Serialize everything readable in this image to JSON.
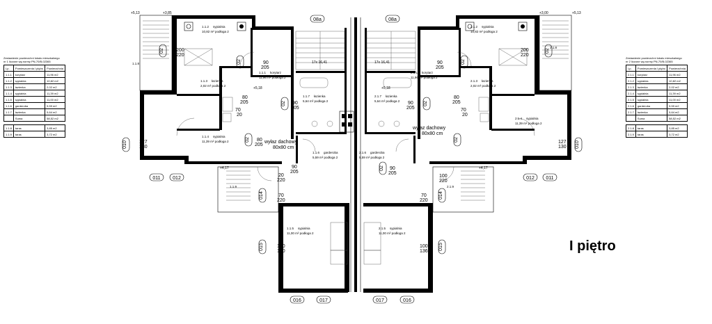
{
  "floor_title": "I piętro",
  "legend_left": {
    "caption_line1": "Zestawienie powierzchni lokalu mieszkalnego",
    "caption_line2": "nr 1 liczone wg normy PN-70/B-02365",
    "col_no": "Lp.",
    "col_name": "Pomieszczenia I piętro",
    "col_area": "Powierzchnia",
    "rows": [
      {
        "no": "1.1.1",
        "name": "korytarz",
        "area": "11,96 m2"
      },
      {
        "no": "1.1.2",
        "name": "sypialnia",
        "area": "10,82 m2"
      },
      {
        "no": "1.1.3",
        "name": "łazienka",
        "area": "2,02 m2"
      },
      {
        "no": "1.1.4",
        "name": "sypialnia",
        "area": "11,39 m2"
      },
      {
        "no": "1.1.5",
        "name": "sypialnia",
        "area": "11,00 m2"
      },
      {
        "no": "1.1.6",
        "name": "garderoba",
        "area": "5,59 m2"
      },
      {
        "no": "1.1.7",
        "name": "łazienka",
        "area": "5,64 m2"
      },
      {
        "no": "",
        "name": "Suma",
        "area": "58,52 m2"
      }
    ],
    "extra_rows": [
      {
        "no": "1.1.8",
        "name": "taras",
        "area": "3,85 m2"
      },
      {
        "no": "1.1.9",
        "name": "taras",
        "area": "3,72 m2"
      }
    ]
  },
  "legend_right": {
    "caption_line1": "Zestawienie powierzchni lokalu mieszkalnego",
    "caption_line2": "nr 2 liczone wg normy PN-70/B-02365",
    "col_no": "Lp.",
    "col_name": "Pomieszczenia I piętro",
    "col_area": "Powierzchnia",
    "rows": [
      {
        "no": "2.1.1",
        "name": "korytarz",
        "area": "11,96 m2"
      },
      {
        "no": "2.1.2",
        "name": "sypialnia",
        "area": "10,82 m2"
      },
      {
        "no": "2.1.3",
        "name": "łazienka",
        "area": "2,02 m2"
      },
      {
        "no": "2.1.4",
        "name": "sypialnia",
        "area": "11,39 m2"
      },
      {
        "no": "2.1.5",
        "name": "sypialnia",
        "area": "11,00 m2"
      },
      {
        "no": "2.1.6",
        "name": "garderoba",
        "area": "5,59 m2"
      },
      {
        "no": "2.1.7",
        "name": "łazienka",
        "area": "5,64 m2"
      },
      {
        "no": "",
        "name": "Suma",
        "area": "58,52 m2"
      }
    ],
    "extra_rows": [
      {
        "no": "2.1.8",
        "name": "taras",
        "area": "3,85 m2"
      },
      {
        "no": "2.1.9",
        "name": "taras",
        "area": "3,72 m2"
      }
    ]
  },
  "window_tags": {
    "w08a": "08a",
    "w010": "010",
    "w011": "011",
    "w012": "012",
    "w014": "014",
    "w015": "015",
    "w016": "016",
    "w017": "017",
    "w02": "02"
  },
  "door_sizes": {
    "d90": "90",
    "d205": "205",
    "d80": "80",
    "d70": "70",
    "d20": "20",
    "d220": "220",
    "d100": "100",
    "d127": "127",
    "d130": "130",
    "d200": "200",
    "d120": "120",
    "d136": "136"
  },
  "levels": {
    "l513": "+5,13",
    "l385": "+3,85",
    "l300": "+3,00",
    "l518": "+5,18",
    "l417": "+4,17"
  },
  "hatch_notes": {
    "line1": "wyłaz dachowy",
    "line2": "80x80 cm"
  },
  "rooms_left": {
    "r112": "sypialnia",
    "r112_area": "10,82 m²  podłoga  2",
    "r111": "korytarz",
    "r111_area": "11,96 m²  podłoga  2",
    "r113": "łazienka",
    "r113_area": "2,02  m²  podłoga  2",
    "r117": "łazienka",
    "r117_area": "5,64 m²  podłoga  2",
    "r114": "sypialnia",
    "r114_area": "11,39 m²  podłoga  2",
    "r116": "garderoba",
    "r116_area": "5,59 m²  podłoga  2",
    "r115": "sypialnia",
    "r115_area": "11,00 m²  podłoga  2"
  },
  "rooms_right": {
    "r212": "sypialnia",
    "r212_area": "10,82 m²  podłoga  2",
    "r211": "korytarz",
    "r211_area": "11,96 m²  podłoga  2",
    "r213": "łazienka",
    "r213_area": "2,02  m²  podłoga  2",
    "r217": "łazienka",
    "r217_area": "5,64 m²  podłoga  2",
    "r214": "sypialnia",
    "r214_area": "11,39 m²  podłoga  2",
    "r216": "garderoba",
    "r216_area": "5,59 m²  podłoga  2",
    "r215": "sypialnia",
    "r215_area": "11,00 m²  podłoga  2"
  },
  "room_ids": {
    "i112": "1.1.2",
    "i111": "1.1.1",
    "i113": "1.1.3",
    "i117": "1.1.7",
    "i114": "1.1.4",
    "i116": "1.1.6",
    "i115": "1.1.5",
    "i212": "2.1.2",
    "i211": "2.1.1",
    "i213": "2.1.3",
    "i217": "2.1.7",
    "i214": "2.1.4",
    "i216": "2.1.6",
    "i215": "2.1.5",
    "i118": "1.1.8",
    "i119": "1.1.9",
    "i218": "2.1.8",
    "i219": "2.1.9"
  },
  "stairs": {
    "label": "17x 16,41"
  }
}
